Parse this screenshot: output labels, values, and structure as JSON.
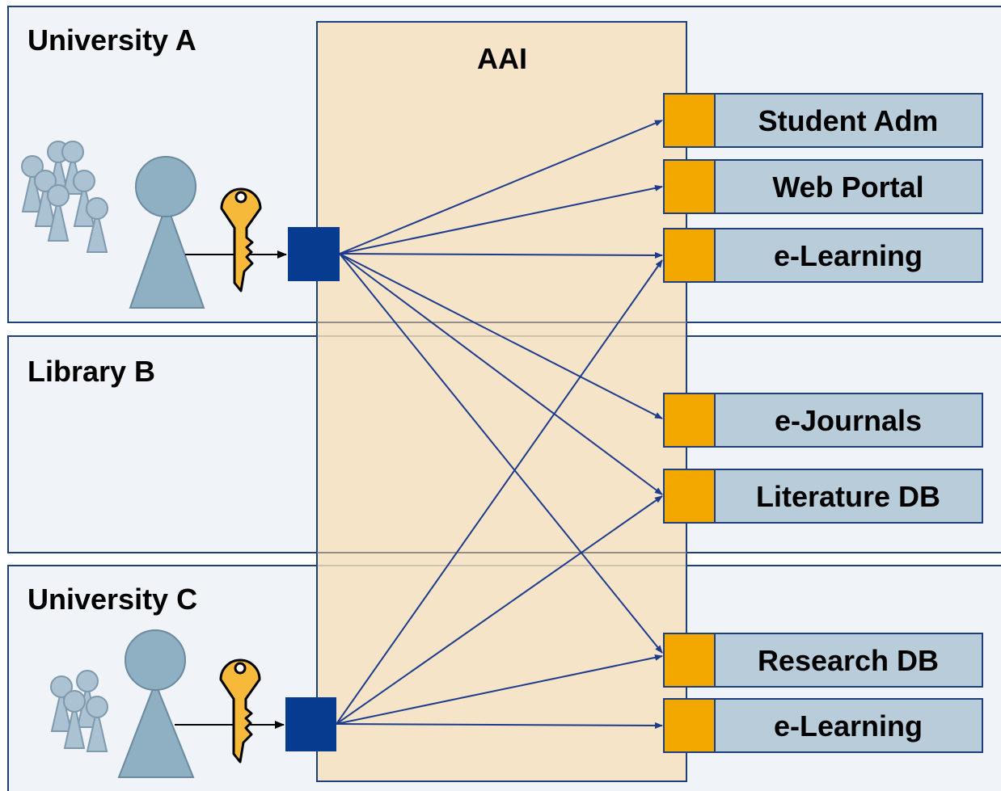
{
  "diagram": {
    "aai_label": "AAI",
    "organizations": [
      {
        "id": "univ-a",
        "label": "University A"
      },
      {
        "id": "library-b",
        "label": "Library B"
      },
      {
        "id": "univ-c",
        "label": "University C"
      }
    ],
    "services": [
      {
        "id": "student-adm",
        "label": "Student Adm"
      },
      {
        "id": "web-portal",
        "label": "Web Portal"
      },
      {
        "id": "e-learning-a",
        "label": "e-Learning"
      },
      {
        "id": "e-journals",
        "label": "e-Journals"
      },
      {
        "id": "literature-db",
        "label": "Literature DB"
      },
      {
        "id": "research-db",
        "label": "Research DB"
      },
      {
        "id": "e-learning-c",
        "label": "e-Learning"
      }
    ],
    "connections": [
      {
        "from": "idp-a",
        "to": "student-adm"
      },
      {
        "from": "idp-a",
        "to": "web-portal"
      },
      {
        "from": "idp-a",
        "to": "e-learning-a"
      },
      {
        "from": "idp-a",
        "to": "e-journals"
      },
      {
        "from": "idp-a",
        "to": "literature-db"
      },
      {
        "from": "idp-a",
        "to": "research-db"
      },
      {
        "from": "idp-c",
        "to": "e-learning-a"
      },
      {
        "from": "idp-c",
        "to": "literature-db"
      },
      {
        "from": "idp-c",
        "to": "research-db"
      },
      {
        "from": "idp-c",
        "to": "e-learning-c"
      }
    ],
    "colors": {
      "org_fill": "#f0f4f9",
      "org_stroke": "#1f3f7a",
      "aai_fill": "#f6e3c6",
      "service_fill": "#b8cdd9",
      "service_port": "#f3a800",
      "idp_fill": "#063b8f",
      "arrow": "#1d3b8c",
      "person": "#8fb0c3",
      "key": "#f7b93a"
    },
    "icons": [
      "person-icon",
      "users-group-icon",
      "key-icon",
      "idp-square"
    ]
  }
}
